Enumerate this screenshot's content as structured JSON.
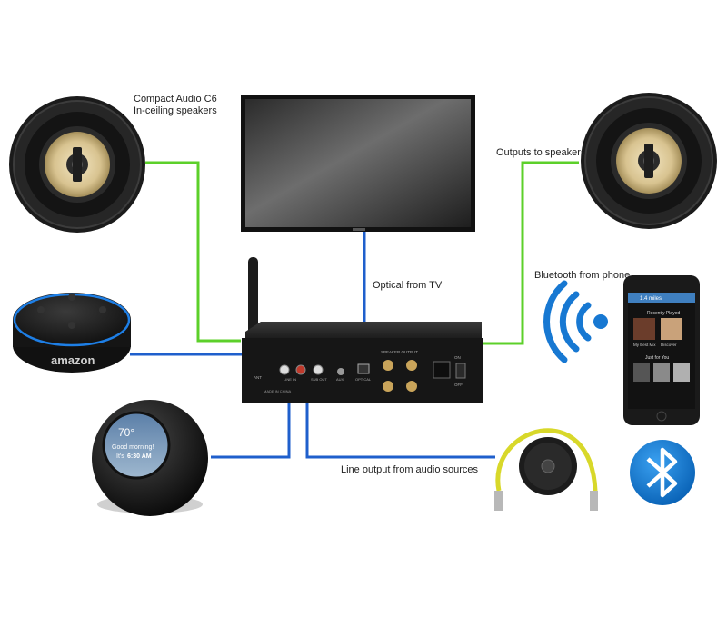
{
  "labels": {
    "speaker_title_line1": "Compact Audio C6",
    "speaker_title_line2": "In-ceiling speakers",
    "outputs": "Outputs to speakers",
    "optical": "Optical from TV",
    "bluetooth": "Bluetooth from phone",
    "line_output": "Line output from audio sources"
  },
  "amp": {
    "ant": "ANT",
    "speaker_output": "SPEAKER OUTPUT",
    "sub_out": "SUB OUT",
    "aux": "AUX",
    "optical": "OPTICAL",
    "line_in": "LINE IN",
    "on": "ON",
    "off": "OFF",
    "made_in": "MADE IN CHINA"
  },
  "echo_dot": {
    "brand": "amazon"
  },
  "echo_spot": {
    "temp": "70°",
    "greeting": "Good morning!",
    "time_prefix": "It's",
    "time": "6:30 AM"
  },
  "phone": {
    "header": "1.4 miles",
    "section1": "Recently Played",
    "section2": "Just for You",
    "tile1": "My Best Mix",
    "tile2": "Discover"
  },
  "colors": {
    "speaker_wire": "#5cd02a",
    "signal_wire": "#1f5fcc",
    "cone": "#d9c79a",
    "bluetooth": "#0a78c8",
    "aux_cable": "#d8d82a"
  },
  "icons": [
    "ceiling-speaker-icon",
    "tv-icon",
    "amplifier-icon",
    "antenna-icon",
    "echo-dot-icon",
    "echo-spot-icon",
    "chromecast-icon",
    "phone-icon",
    "wireless-signal-icon",
    "bluetooth-icon"
  ]
}
